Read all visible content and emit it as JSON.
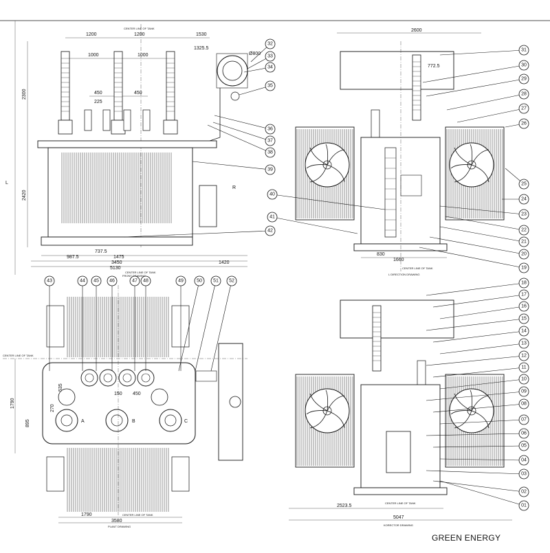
{
  "brand": "GREEN ENERGY",
  "views": {
    "front": {
      "caption": "FRONT DRAWING",
      "center_line": "CENTER LINE OF TANK",
      "dims": {
        "top_1200a": "1200",
        "top_1200b": "1200",
        "top_1530": "1530",
        "d_1325": "1325.5",
        "d_1000a": "1000",
        "d_1000b": "1000",
        "d_450a": "450",
        "d_450b": "450",
        "d_225": "225",
        "d_2300": "2300",
        "d_2420": "2420",
        "d_737": "737.5",
        "d_1475": "1475",
        "d_987": "987.5",
        "d_3450": "3450",
        "d_1420": "1420",
        "d_5130": "5130",
        "d_phi800": "Ø800",
        "view_R": "R",
        "view_L": "L"
      },
      "balloons": [
        "32",
        "33",
        "34",
        "35",
        "36",
        "37",
        "38",
        "39",
        "42"
      ]
    },
    "left": {
      "caption": "L DIRECTION DRAWING",
      "center_line": "CENTER LINE OF TANK",
      "dims": {
        "d_2600": "2600",
        "d_772": "772.5",
        "d_830": "830",
        "d_1660": "1660"
      },
      "balloons_right": [
        "31",
        "30",
        "29",
        "28",
        "27",
        "26",
        "25",
        "24",
        "23",
        "22",
        "21",
        "20",
        "19"
      ],
      "balloons_left": [
        "40",
        "41"
      ]
    },
    "plan": {
      "caption": "PLANT DRAWING",
      "center_line_left": "CENTER LINE OF TANK",
      "center_line_bottom": "CENTER LINE OF TANK",
      "dims": {
        "d_1790v": "1790",
        "d_895": "895",
        "d_1790h": "1790",
        "d_3580": "3580",
        "d_450": "450",
        "d_150": "150",
        "d_535": "535",
        "d_270": "270"
      },
      "phase_labels": [
        "A",
        "B",
        "C"
      ],
      "balloons_top": [
        "43",
        "44",
        "45",
        "46",
        "47",
        "48",
        "49",
        "50",
        "51",
        "52"
      ]
    },
    "right": {
      "caption": "KORECTOR DRAWING",
      "center_line": "CENTER LINE OF TANK",
      "dims": {
        "d_2523": "2523.5",
        "d_5047": "5047"
      },
      "balloons": [
        "18",
        "17",
        "16",
        "15",
        "14",
        "13",
        "12",
        "11",
        "10",
        "09",
        "08",
        "07",
        "06",
        "05",
        "04",
        "03",
        "02",
        "01"
      ]
    }
  }
}
